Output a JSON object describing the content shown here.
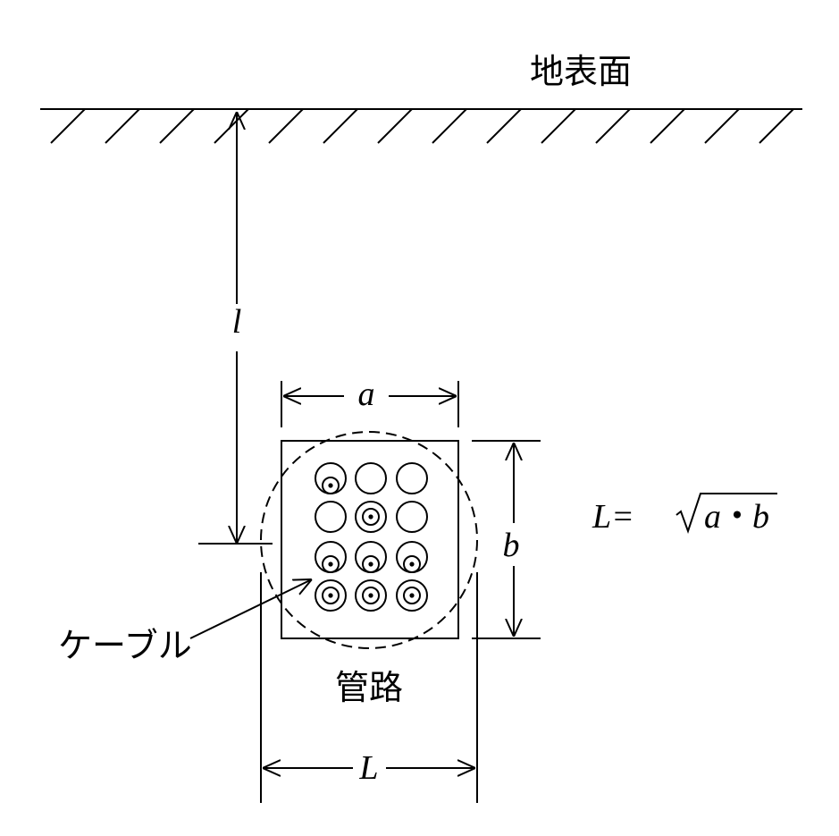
{
  "labels": {
    "ground_surface": "地表面",
    "depth": "l",
    "width": "a",
    "height": "b",
    "equivalent": "L",
    "cable": "ケーブル",
    "conduit": "管路"
  },
  "formula": {
    "lhs": "L=",
    "radicand_a": "a",
    "dot": "・",
    "radicand_b": "b"
  },
  "conduit_grid": {
    "rows": 4,
    "cols": 3,
    "occupancy": [
      [
        "offset",
        "empty",
        "empty"
      ],
      [
        "empty",
        "center",
        "empty"
      ],
      [
        "offset",
        "offset",
        "offset"
      ],
      [
        "center",
        "center",
        "center"
      ]
    ]
  },
  "colors": {
    "stroke": "#000000",
    "background": "#ffffff"
  }
}
